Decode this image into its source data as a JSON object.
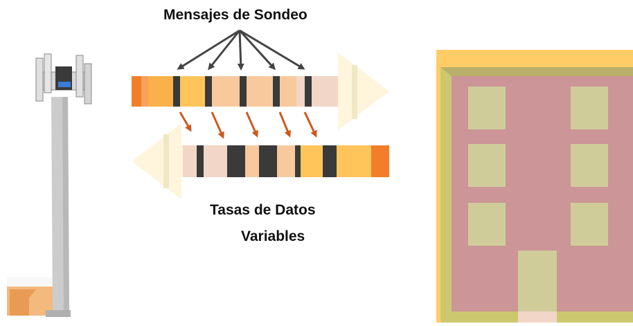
{
  "labels": {
    "probe_messages": "Mensajes de Sondeo",
    "rates_line1": "Tasas de Datos",
    "rates_line2": "Variables"
  },
  "colors": {
    "orange_dark": "#f37e2a",
    "orange": "#fbb14b",
    "yellow": "#ffc55a",
    "peach": "#f8c99c",
    "light_peach": "#f2d6c7",
    "cream": "#fff5dc",
    "marker": "#3a3a3a",
    "down_arrow": "#cc5a20",
    "building_wall": "#cc9597",
    "building_trim": "#ccc870",
    "building_roof": "#ffcc66",
    "building_window": "#cfcc99"
  },
  "icons": [
    "cell-tower-icon",
    "building-icon"
  ]
}
